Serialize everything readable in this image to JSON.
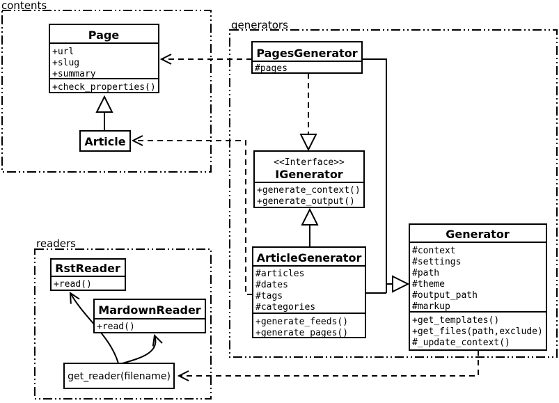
{
  "packages": {
    "contents": {
      "label": "contents"
    },
    "generators": {
      "label": "generators"
    },
    "readers": {
      "label": "readers"
    }
  },
  "classes": {
    "page": {
      "name": "Page",
      "attributes": [
        "+url",
        "+slug",
        "+summary"
      ],
      "methods": [
        "+check_properties()"
      ]
    },
    "article": {
      "name": "Article"
    },
    "pages_generator": {
      "name": "PagesGenerator",
      "attributes": [
        "#pages"
      ]
    },
    "igenerator": {
      "stereotype": "<<Interface>>",
      "name": "IGenerator",
      "methods": [
        "+generate_context()",
        "+generate_output()"
      ]
    },
    "article_generator": {
      "name": "ArticleGenerator",
      "attributes": [
        "#articles",
        "#dates",
        "#tags",
        "#categories"
      ],
      "methods": [
        "+generate_feeds()",
        "+generate_pages()"
      ]
    },
    "generator": {
      "name": "Generator",
      "attributes": [
        "#context",
        "#settings",
        "#path",
        "#theme",
        "#output_path",
        "#markup"
      ],
      "methods": [
        "+get_templates()",
        "+get_files(path,exclude)",
        "#_update_context()"
      ]
    },
    "rst_reader": {
      "name": "RstReader",
      "methods": [
        "+read()"
      ]
    },
    "markdown_reader": {
      "name": "MardownReader",
      "methods": [
        "+read()"
      ]
    },
    "get_reader": {
      "name": "get_reader(filename)"
    }
  },
  "colors": {
    "line": "#000000",
    "background": "#ffffff",
    "box_fill": "#ffffff"
  }
}
